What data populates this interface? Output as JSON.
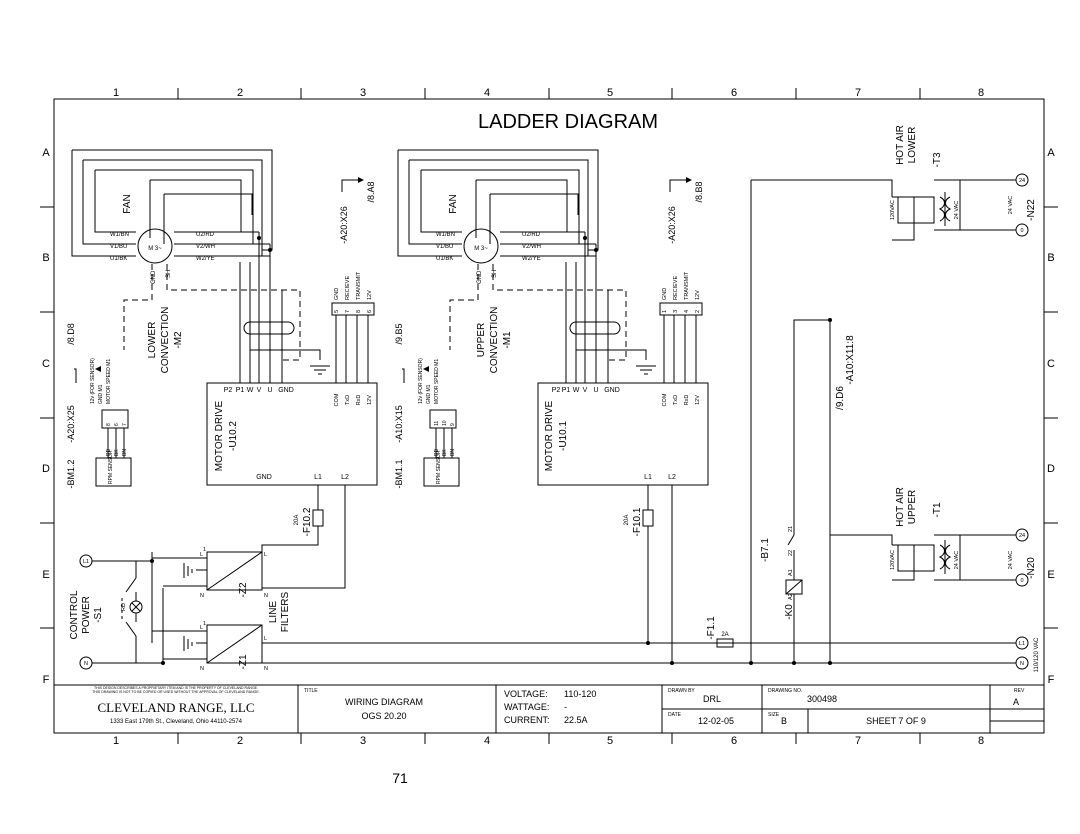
{
  "diagram": {
    "title": "LADDER DIAGRAM",
    "grid_columns": [
      "1",
      "2",
      "3",
      "4",
      "5",
      "6",
      "7",
      "8"
    ],
    "grid_rows": [
      "A",
      "B",
      "C",
      "D",
      "E",
      "F"
    ],
    "lower_fan": {
      "fan": "FAN",
      "motor": "M 3~",
      "left_wires": [
        "W1/BN",
        "V1/BU",
        "U1/BK"
      ],
      "right_wires": [
        "U2/RD",
        "V2/WH",
        "W2/YE"
      ],
      "gnd": "GND",
      "sh": "SH",
      "motor_label": [
        "LOWER",
        "CONVECTION",
        "-M2"
      ]
    },
    "upper_fan": {
      "fan": "FAN",
      "motor": "M 3~",
      "left_wires": [
        "W1/BN",
        "V1/BU",
        "U1/BK"
      ],
      "right_wires": [
        "U2/RD",
        "V2/WH",
        "W2/YE"
      ],
      "gnd": "GND",
      "sh": "SH",
      "motor_label": [
        "UPPER",
        "CONVECTION",
        "-M1"
      ]
    },
    "lower_connector": {
      "id": "-A20:X26",
      "ref": "/8.A8",
      "signals": [
        "GND",
        "RECIEVE",
        "TRANSMIT",
        "12V"
      ],
      "pins": [
        "5",
        "7",
        "8",
        "6"
      ]
    },
    "upper_connector": {
      "id": "-A20:X26",
      "ref": "/8.B8",
      "signals": [
        "GND",
        "RECIEVE",
        "TRANSMIT",
        "12V"
      ],
      "pins": [
        "1",
        "3",
        "4",
        "2"
      ]
    },
    "lower_drive": {
      "name": "MOTOR DRIVE",
      "id": "-U10.2",
      "top_terminals": [
        "P2",
        "P1",
        "W",
        "V",
        "U",
        "GND"
      ],
      "comm_terminals": [
        "COM",
        "TxD",
        "RxD",
        "12V"
      ],
      "bottom_terminals": [
        "GND",
        "L1",
        "L2"
      ]
    },
    "upper_drive": {
      "name": "MOTOR DRIVE",
      "id": "-U10.1",
      "top_terminals": [
        "P2",
        "P1",
        "W",
        "V",
        "U",
        "GND"
      ],
      "comm_terminals": [
        "COM",
        "TxD",
        "RxD",
        "12V"
      ],
      "bottom_terminals": [
        "L1",
        "L2"
      ]
    },
    "lower_sensor": {
      "connector": "-A20:X25",
      "ref": "/8.D8",
      "signals": [
        "12v (FOR SENSOR)",
        "GND M1",
        "MOTOR SPEED M1"
      ],
      "pins": [
        "8",
        "6",
        "7"
      ],
      "wires": [
        "RD",
        "BK",
        "BN"
      ],
      "sensor": "RPM SENSOR",
      "id": "-BM1.2"
    },
    "upper_sensor": {
      "connector": "-A10:X15",
      "ref": "/9.B5",
      "signals": [
        "12v (FOR SENSOR)",
        "GND M1",
        "MOTOR SPEED M1"
      ],
      "pins": [
        "11",
        "10",
        "9"
      ],
      "wires": [
        "RD",
        "BK",
        "BN"
      ],
      "sensor": "RPM SENSOR",
      "id": "-BM1.1"
    },
    "fuses": {
      "f10_2": {
        "rating": "20A",
        "id": "-F10.2"
      },
      "f10_1": {
        "rating": "20A",
        "id": "-F10.1"
      },
      "f1_1": {
        "rating": "2A",
        "id": "-F1.1"
      }
    },
    "line_filters": {
      "label": [
        "LINE",
        "FILTERS"
      ],
      "z2": "-Z2",
      "z1": "-Z1",
      "l": "L",
      "n": "N",
      "one": "1"
    },
    "control_power": {
      "label": [
        "CONTROL",
        "POWER",
        "-S1"
      ],
      "lamp": "RD",
      "l1": "L1",
      "n": "N"
    },
    "relay": {
      "b7": "-B7.1",
      "k0": "-K0",
      "pins": [
        "21",
        "22",
        "A1",
        "A2"
      ],
      "ref": "/9.D6",
      "connector": "-A10:X11:8"
    },
    "hot_air_lower": {
      "label": [
        "HOT AIR",
        "LOWER"
      ],
      "id": "-T3",
      "primary": "120VAC",
      "secondary": "24 VAC",
      "output": "24 VAC",
      "terminal": "-N22",
      "t24": "24",
      "t0": "0"
    },
    "hot_air_upper": {
      "label": [
        "HOT AIR",
        "UPPER"
      ],
      "id": "-T1",
      "primary": "120VAC",
      "secondary": "24 VAC",
      "output": "24 VAC",
      "terminal": "-N20",
      "t24": "24",
      "t0": "0"
    },
    "supply": {
      "l1": "L1",
      "n": "N",
      "voltage": "110/120 VAC"
    }
  },
  "title_block": {
    "notice_1": "THIS DESIGN DESCRIBES A PROPRIETARY ITEM AND IS THE PROPERTY OF CLEVELAND RANGE.",
    "notice_2": "THIS DRAWING IS NOT TO BE COPIED OR USED WITHOUT THE APPROVAL OF CLEVELAND RANGE.",
    "company": "CLEVELAND RANGE, LLC",
    "address": "1333 East 179th St., Cleveland, Ohio 44110-2574",
    "title_caption": "TITLE",
    "title_1": "WIRING DIAGRAM",
    "title_2": "OGS 20.20",
    "voltage_label": "VOLTAGE:",
    "voltage": "110-120",
    "wattage_label": "WATTAGE:",
    "wattage": "-",
    "current_label": "CURRENT:",
    "current": "22.5A",
    "drawn_by_caption": "DRAWN BY",
    "drawn_by": "DRL",
    "date_caption": "DATE",
    "date": "12-02-05",
    "drawing_no_caption": "DRAWING NO.",
    "drawing_no": "300498",
    "size_caption": "SIZE",
    "size": "B",
    "sheet": "SHEET  7   OF  9",
    "rev_caption": "REV",
    "rev": "A"
  },
  "page_number": "71"
}
